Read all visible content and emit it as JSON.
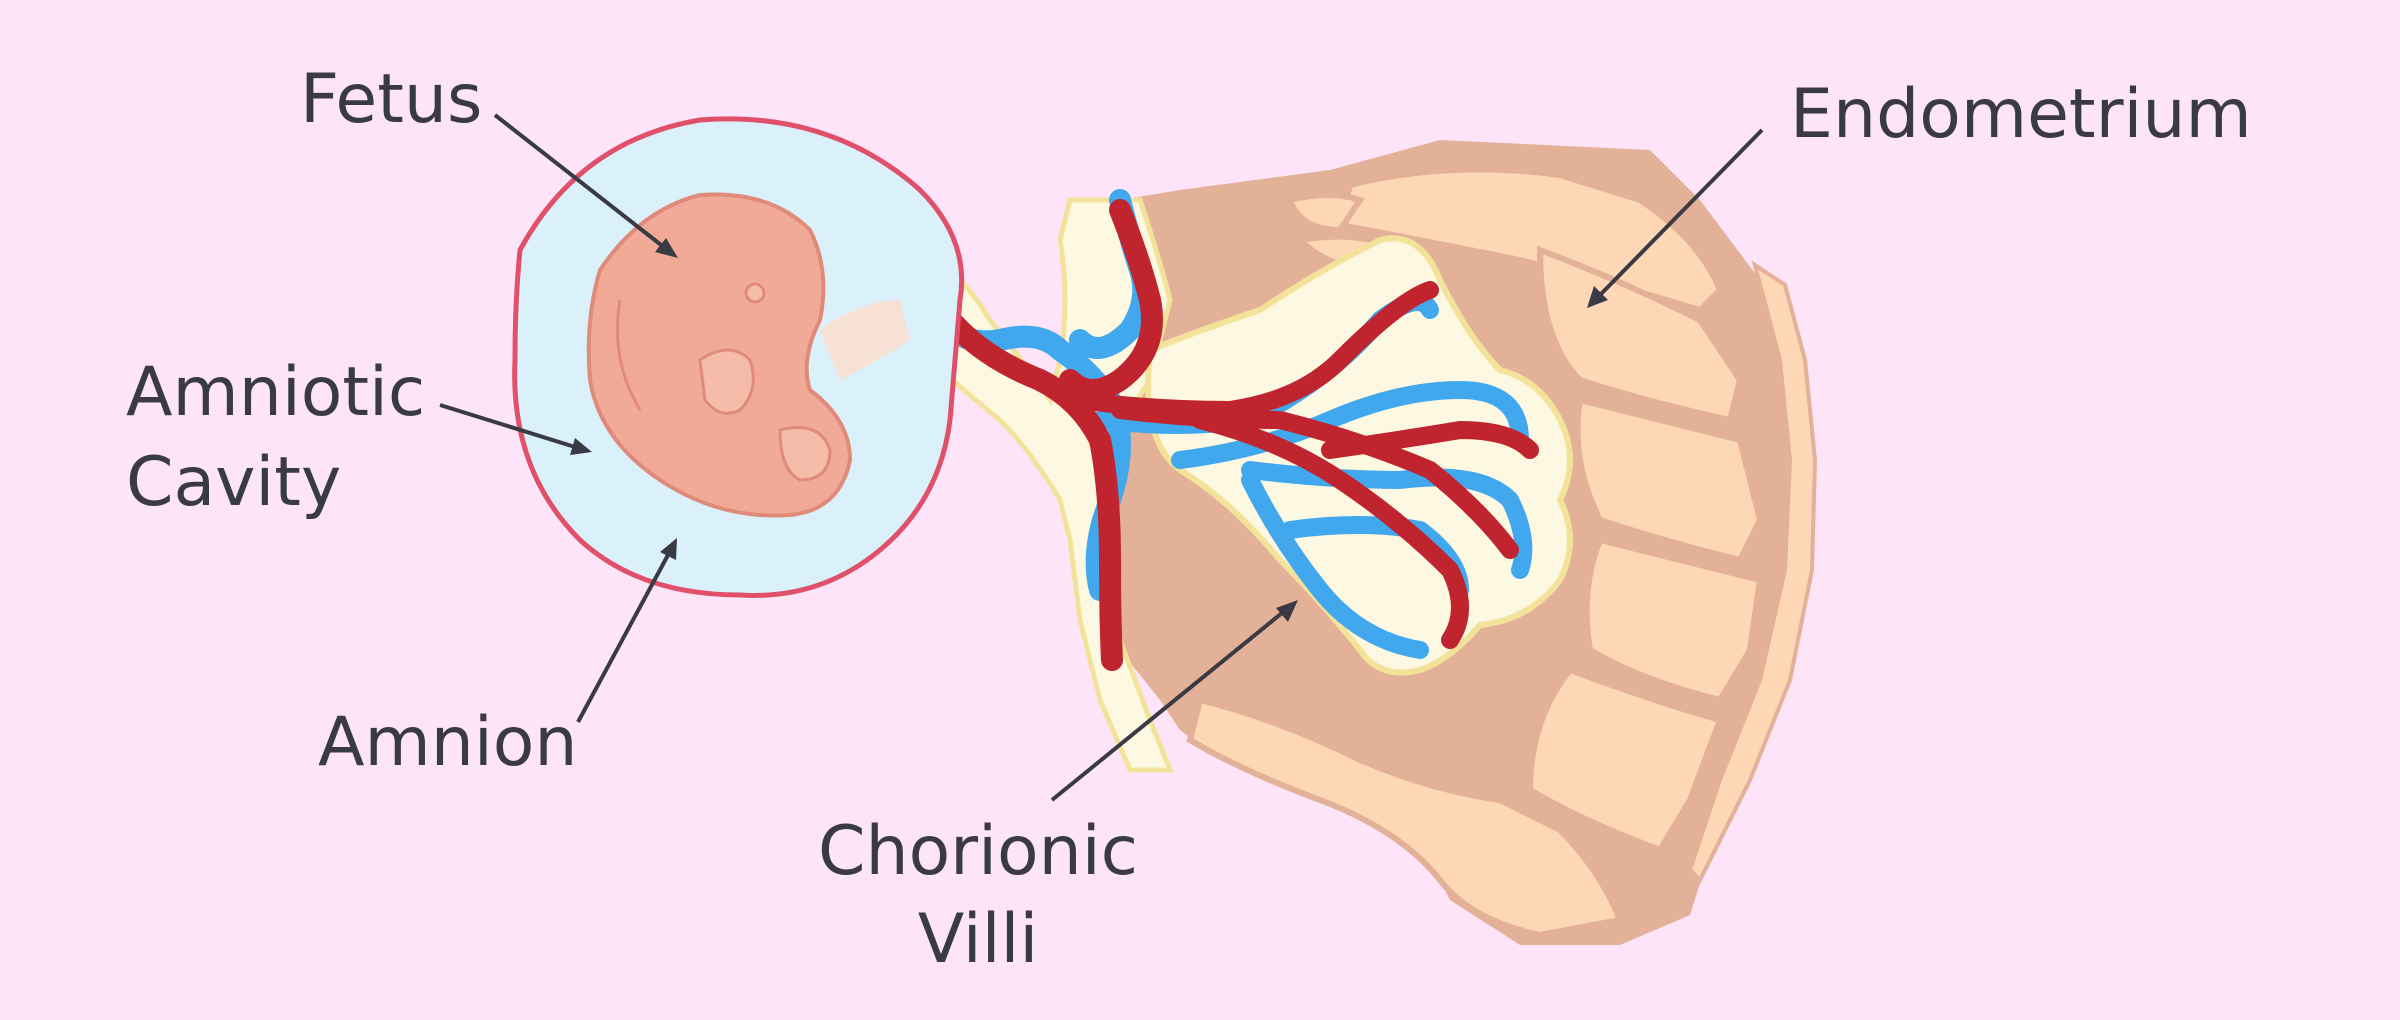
{
  "labels": {
    "fetus": "Fetus",
    "amniotic_line1": "Amniotic",
    "amniotic_line2": "Cavity",
    "amnion": "Amnion",
    "chorionic_line1": "Chorionic",
    "chorionic_line2": "Villi",
    "endometrium": "Endometrium"
  },
  "colors": {
    "background": "#fde4f8",
    "amnion_stroke": "#e0506a",
    "amniotic_fluid": "#daf1fb",
    "fetus_fill": "#f2aa98",
    "fetus_stroke": "#e08a7a",
    "chorion_fill": "#fdf8e2",
    "chorion_outline": "#f3e39a",
    "tissue_dark": "#e3b098",
    "tissue_light": "#fdd7b6",
    "artery": "#c0242e",
    "vein": "#42a8ee",
    "text": "#3a3a44"
  }
}
